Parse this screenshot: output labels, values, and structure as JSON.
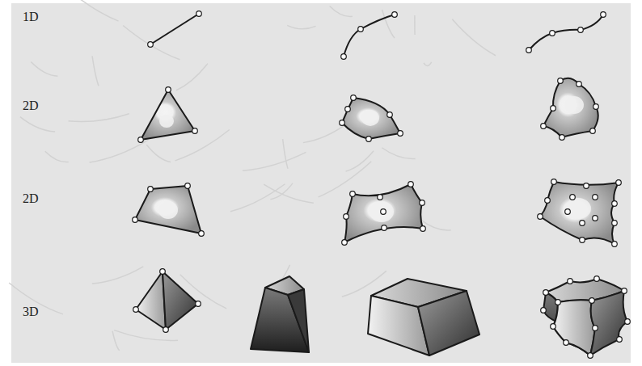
{
  "diagram": {
    "labels": [
      "1D",
      "2D",
      "2D",
      "3D"
    ]
  }
}
